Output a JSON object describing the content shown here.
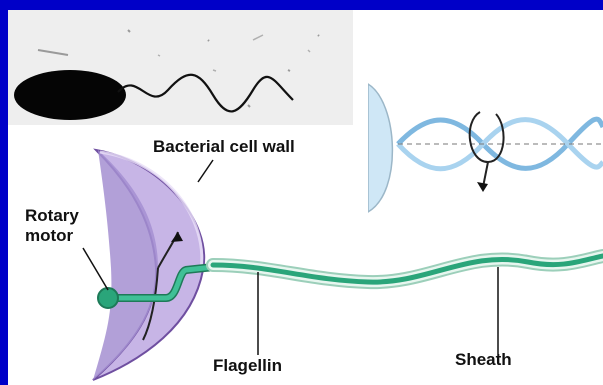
{
  "labels": {
    "cell_wall": "Bacterial cell wall",
    "rotary_motor_line1": "Rotary",
    "rotary_motor_line2": "motor",
    "flagellin": "Flagellin",
    "sheath": "Sheath"
  },
  "colors": {
    "frame": "#0000c8",
    "cell_wall": "#b39ddb",
    "cell_wall_edge": "#6f4fa0",
    "flagellum": "#2aa57a",
    "flagellum_sheath": "#d8efe5",
    "helix": "#8fc6ea",
    "cell_inset": "#cfe7f6"
  },
  "icons": {
    "rotation_arrow": "curved-arrow-icon"
  }
}
